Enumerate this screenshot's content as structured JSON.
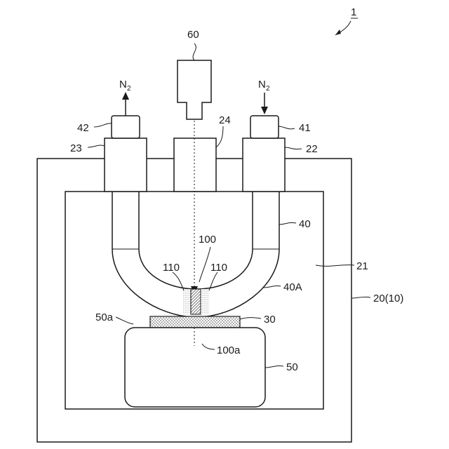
{
  "figure_number": "1",
  "labels": {
    "nozzle": "60",
    "window_24": "24",
    "port_42": "42",
    "port_41": "41",
    "block_23": "23",
    "block_22": "22",
    "tube_40": "40",
    "bend_40a": "40A",
    "beam_100": "100",
    "spot_110_left": "110",
    "spot_110_right": "110",
    "region_21": "21",
    "chamber_20": "20(10)",
    "stage_top_50a": "50a",
    "sample_30": "30",
    "axis_100a": "100a",
    "stage_50": "50"
  },
  "gas": {
    "outlet": {
      "main": "N",
      "sub": "2"
    },
    "inlet": {
      "main": "N",
      "sub": "2"
    }
  }
}
